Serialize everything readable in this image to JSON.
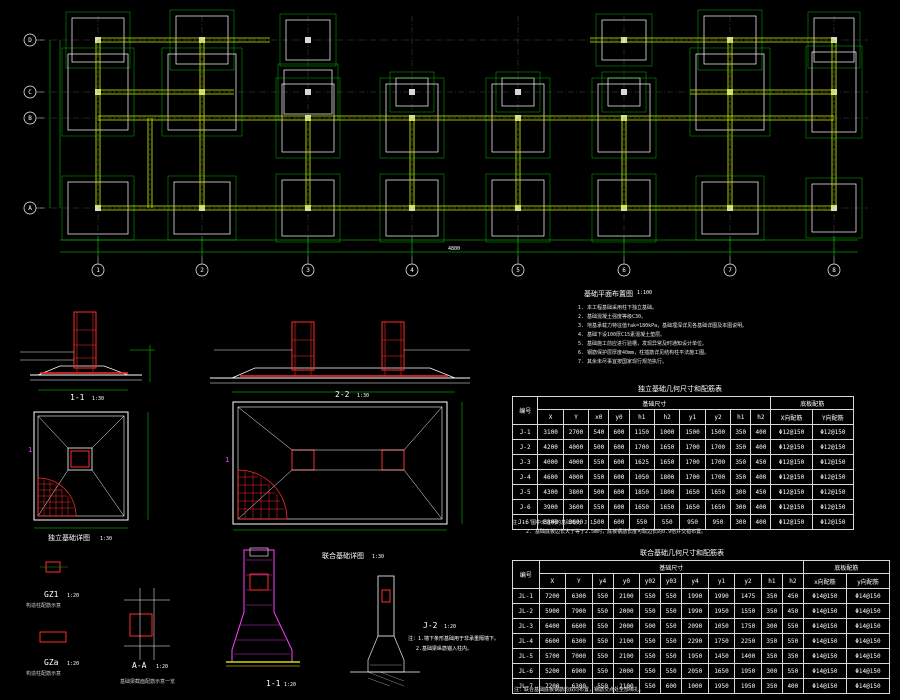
{
  "plan": {
    "axis_numbers": [
      "1",
      "2",
      "3",
      "4",
      "5",
      "6",
      "7",
      "8"
    ],
    "axis_letters": [
      "D",
      "C",
      "B",
      "A"
    ],
    "overall_dim": "4800"
  },
  "notes": {
    "title": "基础平面布置图",
    "scale": "1:100",
    "lines": [
      "1. 本工程基础采用柱下独立基础。",
      "2. 基础混凝土强度等级C30。",
      "3. 地基承载力特征值fak=180kPa，基础埋深详见各基础详图及本图说明。",
      "4. 基础下设100厚C15素混凝土垫层。",
      "5. 基础施工前应进行验槽，发现异常及时通知设计单位。",
      "6. 钢筋保护层厚度40mm，柱插筋详见结构柱平法施工图。",
      "7. 其余未尽事宜按国家现行规范执行。"
    ]
  },
  "table1": {
    "title": "独立基础几何尺寸和配筋表",
    "group_size": "基础尺寸",
    "group_rebar": "底板配筋",
    "headers": [
      "编号",
      "X",
      "Y",
      "x0",
      "y0",
      "h1",
      "h2",
      "y1",
      "y2",
      "h1",
      "h2",
      "X向配筋",
      "Y向配筋"
    ],
    "rows": [
      [
        "J-1",
        "3100",
        "2700",
        "540",
        "600",
        "1150",
        "1000",
        "1500",
        "1500",
        "350",
        "400",
        "Φ12@150",
        "Φ12@150"
      ],
      [
        "J-2",
        "4200",
        "4000",
        "500",
        "600",
        "1700",
        "1650",
        "1700",
        "1700",
        "350",
        "400",
        "Φ12@150",
        "Φ12@150"
      ],
      [
        "J-3",
        "4000",
        "4000",
        "550",
        "600",
        "1625",
        "1650",
        "1700",
        "1700",
        "350",
        "450",
        "Φ12@150",
        "Φ12@150"
      ],
      [
        "J-4",
        "4600",
        "4000",
        "550",
        "600",
        "1050",
        "1800",
        "1700",
        "1700",
        "350",
        "400",
        "Φ12@150",
        "Φ12@150"
      ],
      [
        "J-5",
        "4300",
        "3800",
        "500",
        "600",
        "1850",
        "1800",
        "1650",
        "1650",
        "300",
        "450",
        "Φ12@150",
        "Φ12@150"
      ],
      [
        "J-6",
        "3900",
        "3600",
        "550",
        "600",
        "1650",
        "1650",
        "1650",
        "1650",
        "300",
        "400",
        "Φ12@150",
        "Φ12@150"
      ],
      [
        "J-6'",
        "3800",
        "3600",
        "500",
        "600",
        "550",
        "550",
        "950",
        "950",
        "300",
        "400",
        "Φ12@150",
        "Φ12@150"
      ]
    ],
    "notes": [
      "注：1. 图中未注明的基础均为 J-1。",
      "2. 基础底板边长大于等于2.5m时，底板钢筋长度可取边长的0.9倍并交错布置。"
    ]
  },
  "table2": {
    "title": "联合基础几何尺寸和配筋表",
    "group_size": "基础尺寸",
    "group_rebar": "底板配筋",
    "headers": [
      "编号",
      "X",
      "Y",
      "y4",
      "y0",
      "y02",
      "y03",
      "y4",
      "y1",
      "y2",
      "h1",
      "h2",
      "x向配筋",
      "y向配筋"
    ],
    "rows": [
      [
        "JL-1",
        "7200",
        "6300",
        "550",
        "2100",
        "550",
        "550",
        "1990",
        "1990",
        "1475",
        "350",
        "450",
        "Φ14@150",
        "Φ14@150"
      ],
      [
        "JL-2",
        "5900",
        "7900",
        "550",
        "2000",
        "550",
        "550",
        "1990",
        "1950",
        "1550",
        "350",
        "450",
        "Φ14@150",
        "Φ14@150"
      ],
      [
        "JL-3",
        "6400",
        "6600",
        "550",
        "2000",
        "500",
        "550",
        "2090",
        "1050",
        "1750",
        "300",
        "550",
        "Φ14@150",
        "Φ14@150"
      ],
      [
        "JL-4",
        "6600",
        "6300",
        "550",
        "2100",
        "550",
        "550",
        "2290",
        "1750",
        "2250",
        "350",
        "550",
        "Φ14@150",
        "Φ14@150"
      ],
      [
        "JL-5",
        "5700",
        "7000",
        "550",
        "2100",
        "550",
        "550",
        "1950",
        "1450",
        "1400",
        "350",
        "350",
        "Φ14@150",
        "Φ14@150"
      ],
      [
        "JL-6",
        "5200",
        "6900",
        "550",
        "2000",
        "550",
        "550",
        "2050",
        "1650",
        "1950",
        "300",
        "550",
        "Φ14@150",
        "Φ14@150"
      ],
      [
        "JL-7",
        "7200",
        "6300",
        "550",
        "2100",
        "550",
        "600",
        "1000",
        "1950",
        "1950",
        "350",
        "400",
        "Φ14@150",
        "Φ14@150"
      ]
    ],
    "note": "注：联合基础底板钢筋均双向布置，钢筋交点处全部绑扎。"
  },
  "details": {
    "sec11": "1-1",
    "sec22": "2-2",
    "sec_scale": "1:30",
    "iso_plan": "独立基础详图",
    "iso_scale": "1:30",
    "comb_plan": "联合基础详图",
    "comb_scale": "1:30",
    "gz1": "GZ1",
    "gz1_scale": "1:20",
    "gz1_note": "构造柱配筋示意",
    "gz2": "GZa",
    "gz2_scale": "1:20",
    "gz2_note": "构造柱配筋示意",
    "aa": "A-A",
    "aa_scale": "1:20",
    "aa_note": "基础梁截面配筋示意一览",
    "jl1": "1-1",
    "jl1_scale": "1:20",
    "jl1_notes": [
      "注：1.墙下条形基础用于非承重隔墙下。",
      "2.基础梁纵筋锚入柱内。"
    ],
    "jl2": "J-2",
    "jl2_scale": "1:20",
    "magenta_mark": "1"
  },
  "colors": {
    "background": "#000000",
    "axis": "#e8e8e8",
    "footing": "#ffffff",
    "dim": "#00e000",
    "beam": "#e8e800",
    "column": "#ff2a2a",
    "hatch": "#ff40ff",
    "accent": "#00c8ff"
  }
}
